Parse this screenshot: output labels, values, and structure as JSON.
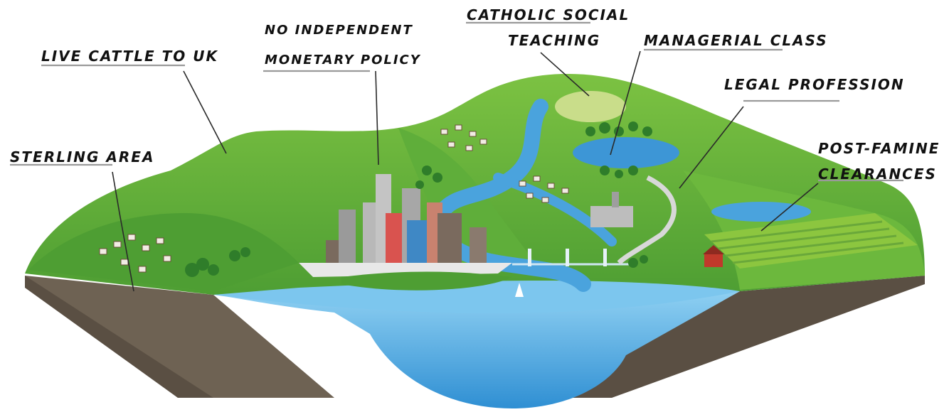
{
  "labels": {
    "sterling_area": "Sterling Area",
    "live_cattle": "Live Cattle to UK",
    "monetary_policy_line1": "No independent",
    "monetary_policy_line2": "monetary policy",
    "catholic_line1": "Catholic Social",
    "catholic_line2": "Teaching",
    "managerial_class": "Managerial Class",
    "legal_profession": "Legal Profession",
    "post_famine_line1": "Post-Famine",
    "post_famine_line2": "Clearances"
  },
  "colors": {
    "hill_light": "#7cc242",
    "hill_mid": "#5fae3a",
    "hill_dark": "#3f8f2c",
    "water": "#4aa3dd",
    "water_light": "#8fd0f2",
    "soil": "#6e6253",
    "soil_dark": "#5a4f43"
  }
}
